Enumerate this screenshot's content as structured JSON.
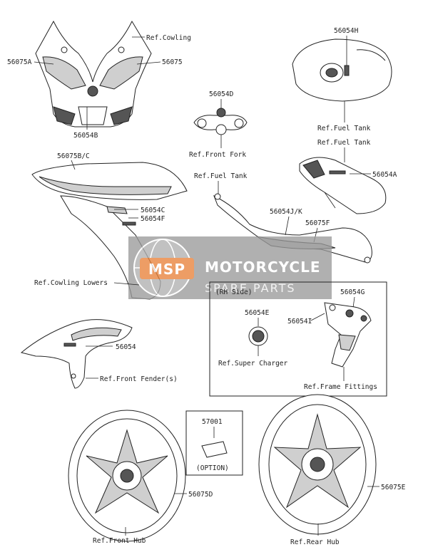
{
  "labels": {
    "ref_cowling": "Ref.Cowling",
    "p56075A": "56075A",
    "p56075": "56075",
    "p56054B": "56054B",
    "p56054H": "56054H",
    "ref_fuel_tank_top": "Ref.Fuel Tank",
    "p56054D": "56054D",
    "ref_front_fork": "Ref.Front Fork",
    "ref_fuel_tank_2": "Ref.Fuel Tank",
    "p56054A": "56054A",
    "p56075BC": "56075B/C",
    "ref_fuel_tank_3": "Ref.Fuel Tank",
    "p56054C": "56054C",
    "p56054F": "56054F",
    "p56054JK": "56054J/K",
    "p56075F": "56075F",
    "ref_cowling_lowers": "Ref.Cowling Lowers",
    "rh_side": "(RH Side)",
    "p56054G": "56054G",
    "p56054E": "56054E",
    "p56054I": "56054I",
    "p56054": "56054",
    "ref_super_charger": "Ref.Super Charger",
    "ref_front_fenders": "Ref.Front Fender(s)",
    "ref_frame_fittings": "Ref.Frame Fittings",
    "p57001": "57001",
    "option": "(OPTION)",
    "p56075D": "56075D",
    "p56075E": "56075E",
    "ref_front_hub": "Ref.Front Hub",
    "ref_rear_hub": "Ref.Rear Hub"
  },
  "watermark": {
    "title": "MOTORCYCLE",
    "subtitle": "SPARE PARTS",
    "logo_text": "MSP"
  },
  "colors": {
    "watermark_orange": "#e8823a",
    "watermark_gray": "#9a9a9a",
    "line": "#222222"
  }
}
